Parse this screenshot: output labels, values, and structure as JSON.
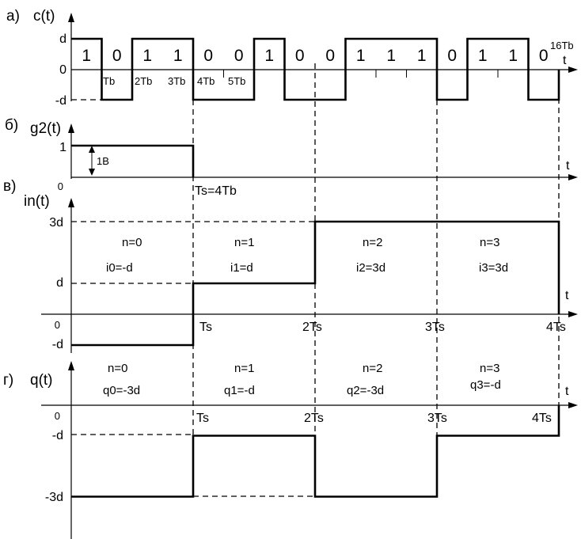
{
  "panels": {
    "a": {
      "label": "а)",
      "ylabel": "c(t)",
      "t_label": "t",
      "end_label": "16Tb",
      "level_labels": [
        "d",
        "0",
        "-d"
      ],
      "bits": [
        "1",
        "0",
        "1",
        "1",
        "0",
        "0",
        "1",
        "0",
        "0",
        "1",
        "1",
        "1",
        "0",
        "1",
        "1",
        "0"
      ],
      "tick_labels": [
        "Tb",
        "2Tb",
        "3Tb",
        "4Tb",
        "5Tb"
      ]
    },
    "b": {
      "label": "б)",
      "ylabel": "g2(t)",
      "t_label": "t",
      "level_labels": [
        "1",
        "0"
      ],
      "amp_label": "1B",
      "ts_label": "Ts=4Tb"
    },
    "c": {
      "label": "в)",
      "ylabel": "in(t)",
      "t_label": "t",
      "level_labels": [
        "3d",
        "d",
        "0",
        "-d"
      ],
      "tick_labels": [
        "Ts",
        "2Ts",
        "3Ts",
        "4Ts"
      ],
      "n_labels": [
        "n=0",
        "n=1",
        "n=2",
        "n=3"
      ],
      "value_labels": [
        "i0=-d",
        "i1=d",
        "i2=3d",
        "i3=3d"
      ]
    },
    "d": {
      "label": "г)",
      "ylabel": "q(t)",
      "t_label": "t",
      "level_labels": [
        "0",
        "-d",
        "-3d"
      ],
      "tick_labels": [
        "Ts",
        "2Ts",
        "3Ts",
        "4Ts"
      ],
      "n_labels": [
        "n=0",
        "n=1",
        "n=2",
        "n=3"
      ],
      "value_labels": [
        "q0=-3d",
        "q1=-d",
        "q2=-3d",
        "q3=-d"
      ]
    }
  },
  "chart_data": {
    "type": "line",
    "series": [
      {
        "values": [
          1,
          -1,
          1,
          1,
          -1,
          -1,
          1,
          -1,
          -1,
          1,
          1,
          1,
          -1,
          1,
          1,
          -1
        ]
      },
      {
        "values": [
          1,
          0,
          0,
          0
        ]
      },
      {
        "values": [
          -1,
          1,
          3,
          3
        ]
      },
      {
        "values": [
          -3,
          -1,
          -3,
          -1
        ]
      }
    ]
  }
}
